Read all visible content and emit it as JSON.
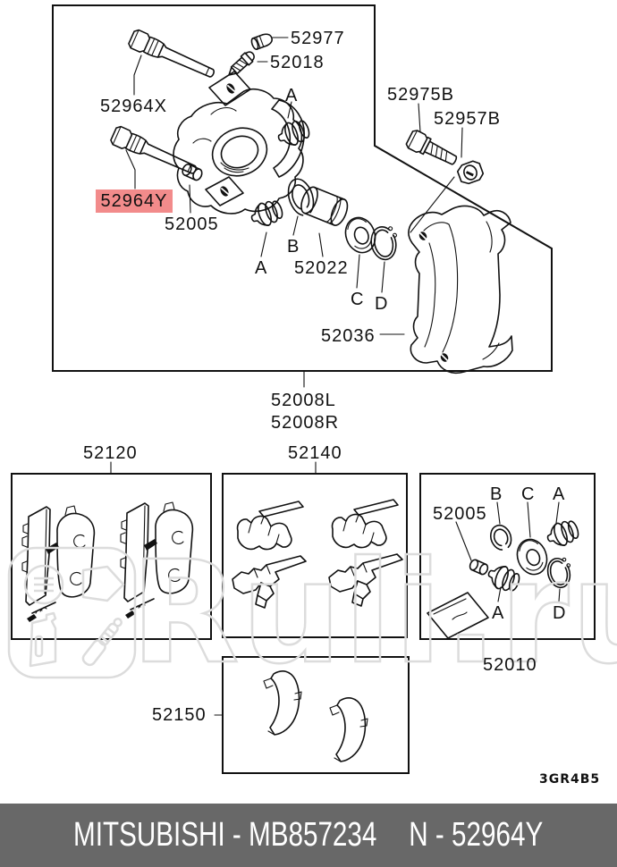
{
  "diagram": {
    "main": {
      "cap_screw": "52977",
      "bleeder_screw": "52018",
      "guide_pin_upper": "52964X",
      "guide_pin_lower": "52964Y",
      "bushing": "52005",
      "piston": "52022",
      "mount_bracket": "52036",
      "bracket_bolt": "52975B",
      "bracket_nut": "52957B",
      "letter_a_top": "A",
      "letter_a_mid": "A",
      "letter_b": "B",
      "letter_c": "C",
      "letter_d": "D",
      "assembly_code_left": "52008L",
      "assembly_code_right": "52008R"
    },
    "pads_box": {
      "label": "52120"
    },
    "hardware_box": {
      "label": "52140"
    },
    "repair_kit_box": {
      "label": "52010",
      "bushing": "52005",
      "letter_b": "B",
      "letter_c": "C",
      "letter_a_top": "A",
      "letter_a_bottom": "A",
      "letter_d": "D"
    },
    "shims_box": {
      "label": "52150"
    }
  },
  "watermark": {
    "text": "Ruli.ru"
  },
  "footer": {
    "drawing_code": "3GR4B5",
    "brand_part": "MITSUBISHI - MB857234",
    "ref_part": "N - 52964Y"
  },
  "colors": {
    "highlight_bg": "#f28b8b",
    "footer_bg": "#686868",
    "footer_text": "#ffffff",
    "watermark": "#dcdcdc",
    "line": "#111111"
  }
}
